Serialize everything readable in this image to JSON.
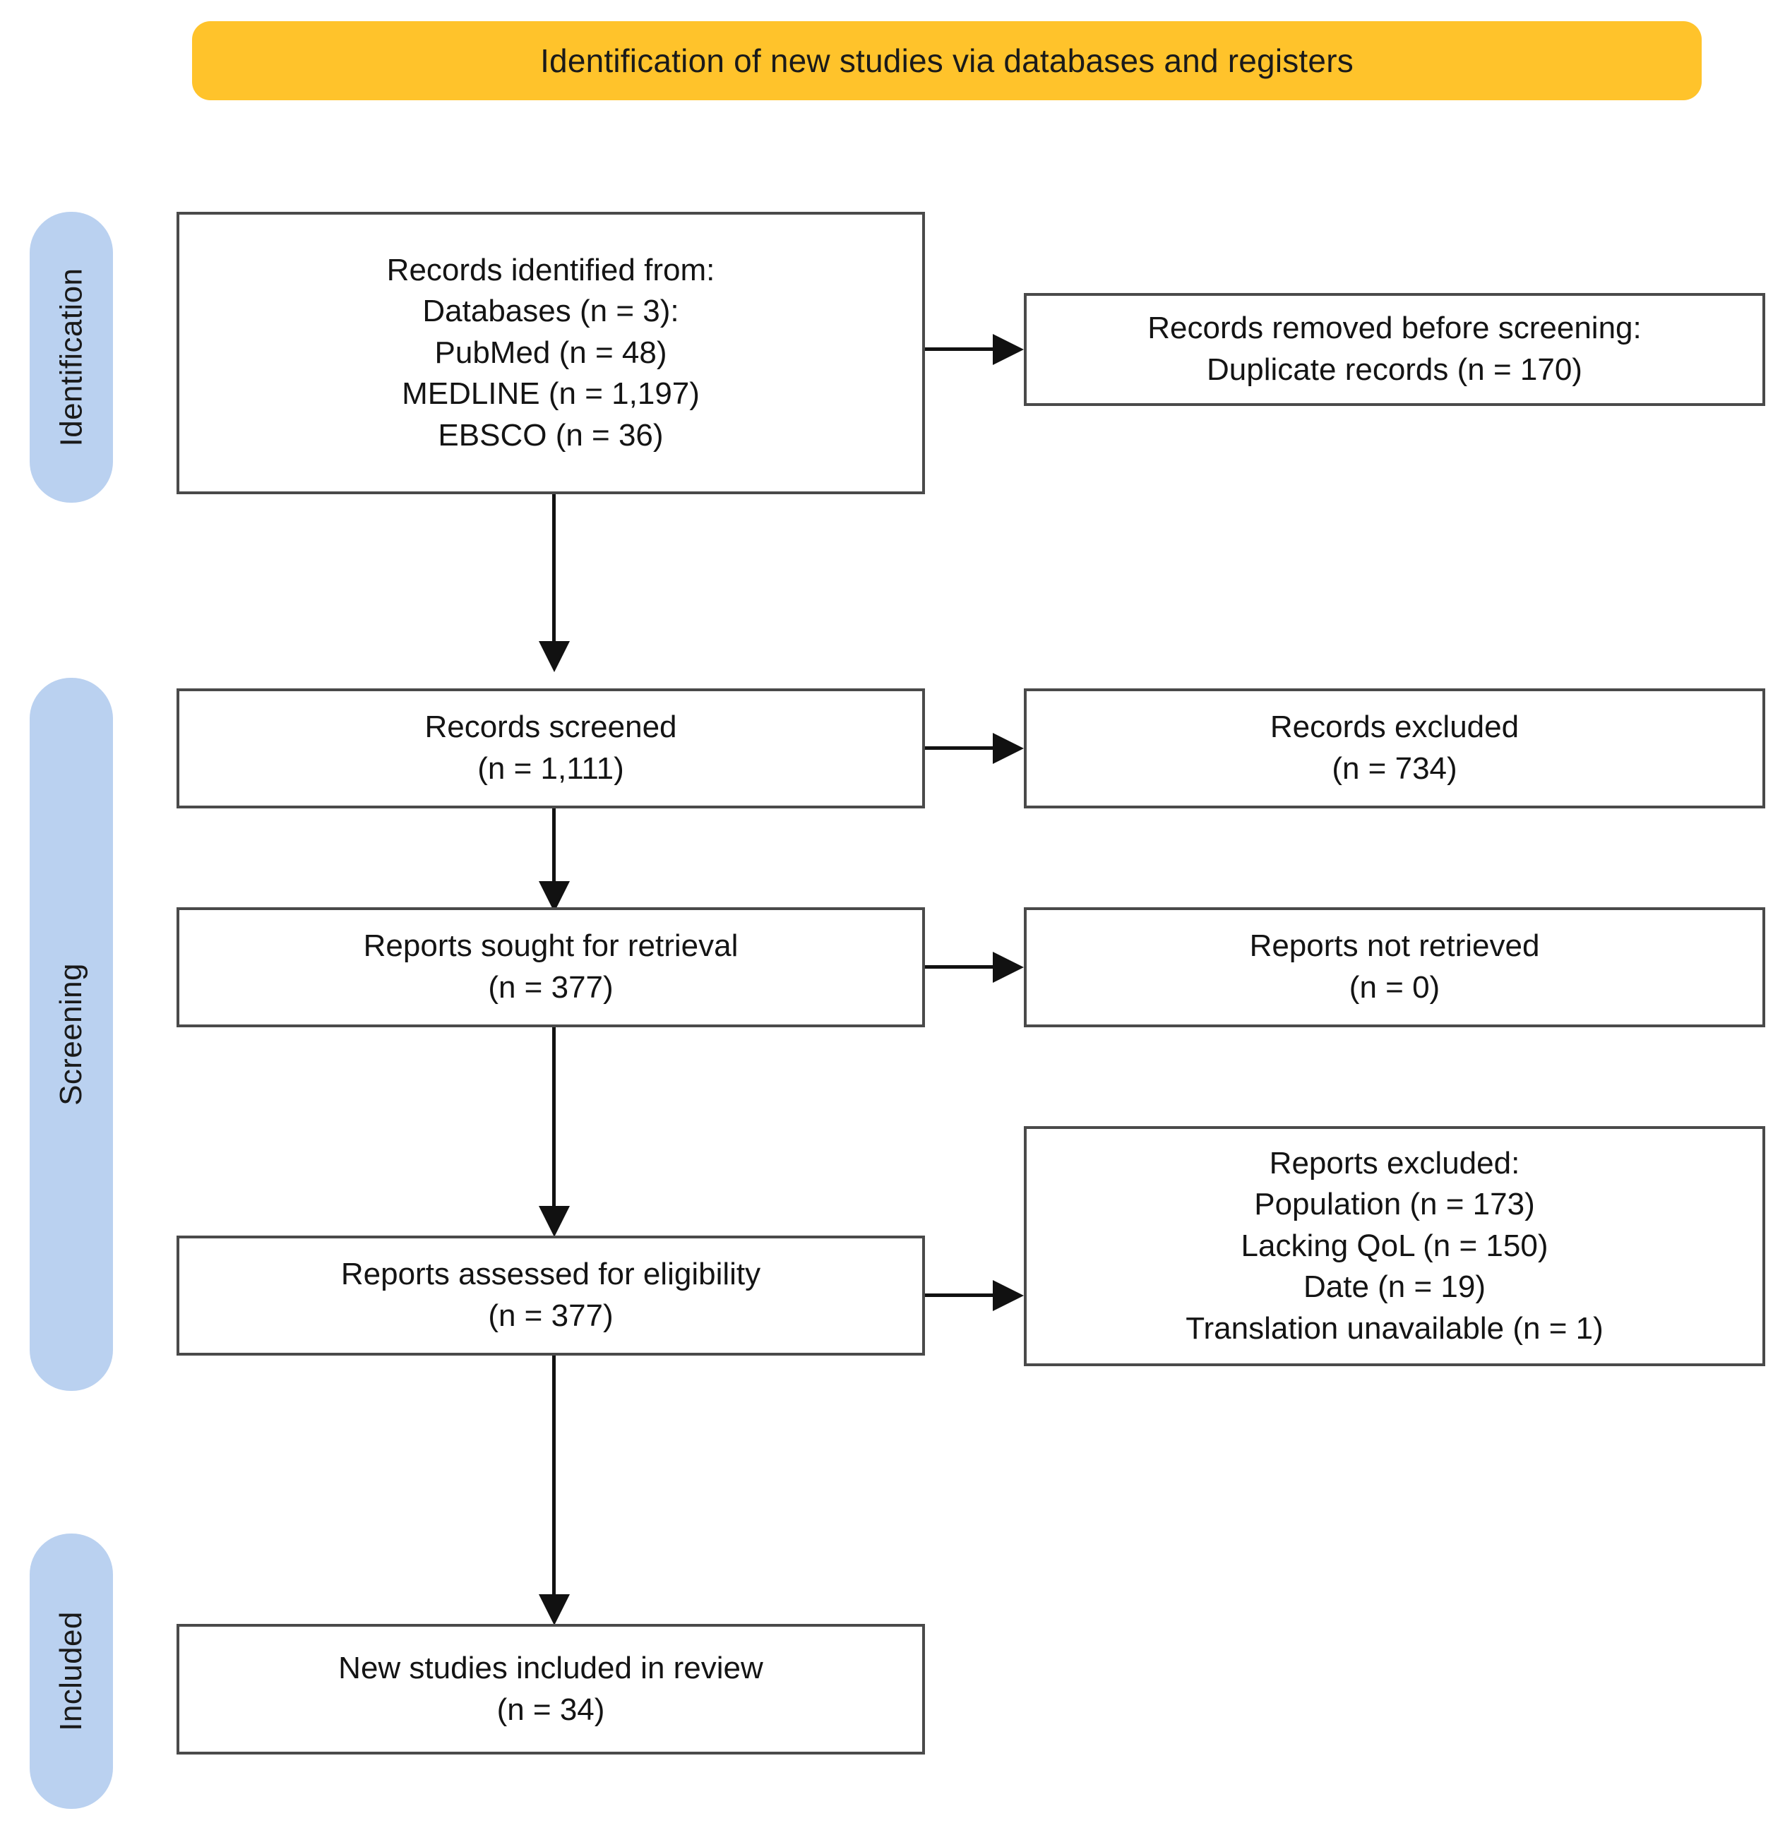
{
  "diagram": {
    "type": "prisma-flow-diagram",
    "banner": {
      "title": "Identification of new studies via databases and registers",
      "color": "#FFC32B"
    },
    "stages": [
      {
        "id": "identification",
        "label": "Identification",
        "color": "#BAD1F0"
      },
      {
        "id": "screening",
        "label": "Screening",
        "color": "#BAD1F0"
      },
      {
        "id": "included",
        "label": "Included",
        "color": "#BAD1F0"
      }
    ],
    "boxes": {
      "records_identified": {
        "lines": [
          "Records identified from:",
          "Databases (n = 3):",
          "PubMed (n = 48)",
          "MEDLINE (n = 1,197)",
          "EBSCO (n = 36)"
        ]
      },
      "records_removed": {
        "lines": [
          "Records removed before screening:",
          "Duplicate records (n = 170)"
        ]
      },
      "records_screened": {
        "lines": [
          "Records screened",
          "(n = 1,111)"
        ]
      },
      "records_excluded": {
        "lines": [
          "Records excluded",
          "(n = 734)"
        ]
      },
      "reports_sought": {
        "lines": [
          "Reports sought for retrieval",
          "(n = 377)"
        ]
      },
      "reports_not_retrieved": {
        "lines": [
          "Reports not retrieved",
          "(n = 0)"
        ]
      },
      "reports_assessed": {
        "lines": [
          "Reports assessed for eligibility",
          "(n = 377)"
        ]
      },
      "reports_excluded": {
        "lines": [
          "Reports excluded:",
          "Population (n = 173)",
          "Lacking QoL (n = 150)",
          "Date (n = 19)",
          "Translation unavailable (n = 1)"
        ]
      },
      "new_studies_included": {
        "lines": [
          "New studies included in review",
          "(n = 34)"
        ]
      }
    }
  }
}
